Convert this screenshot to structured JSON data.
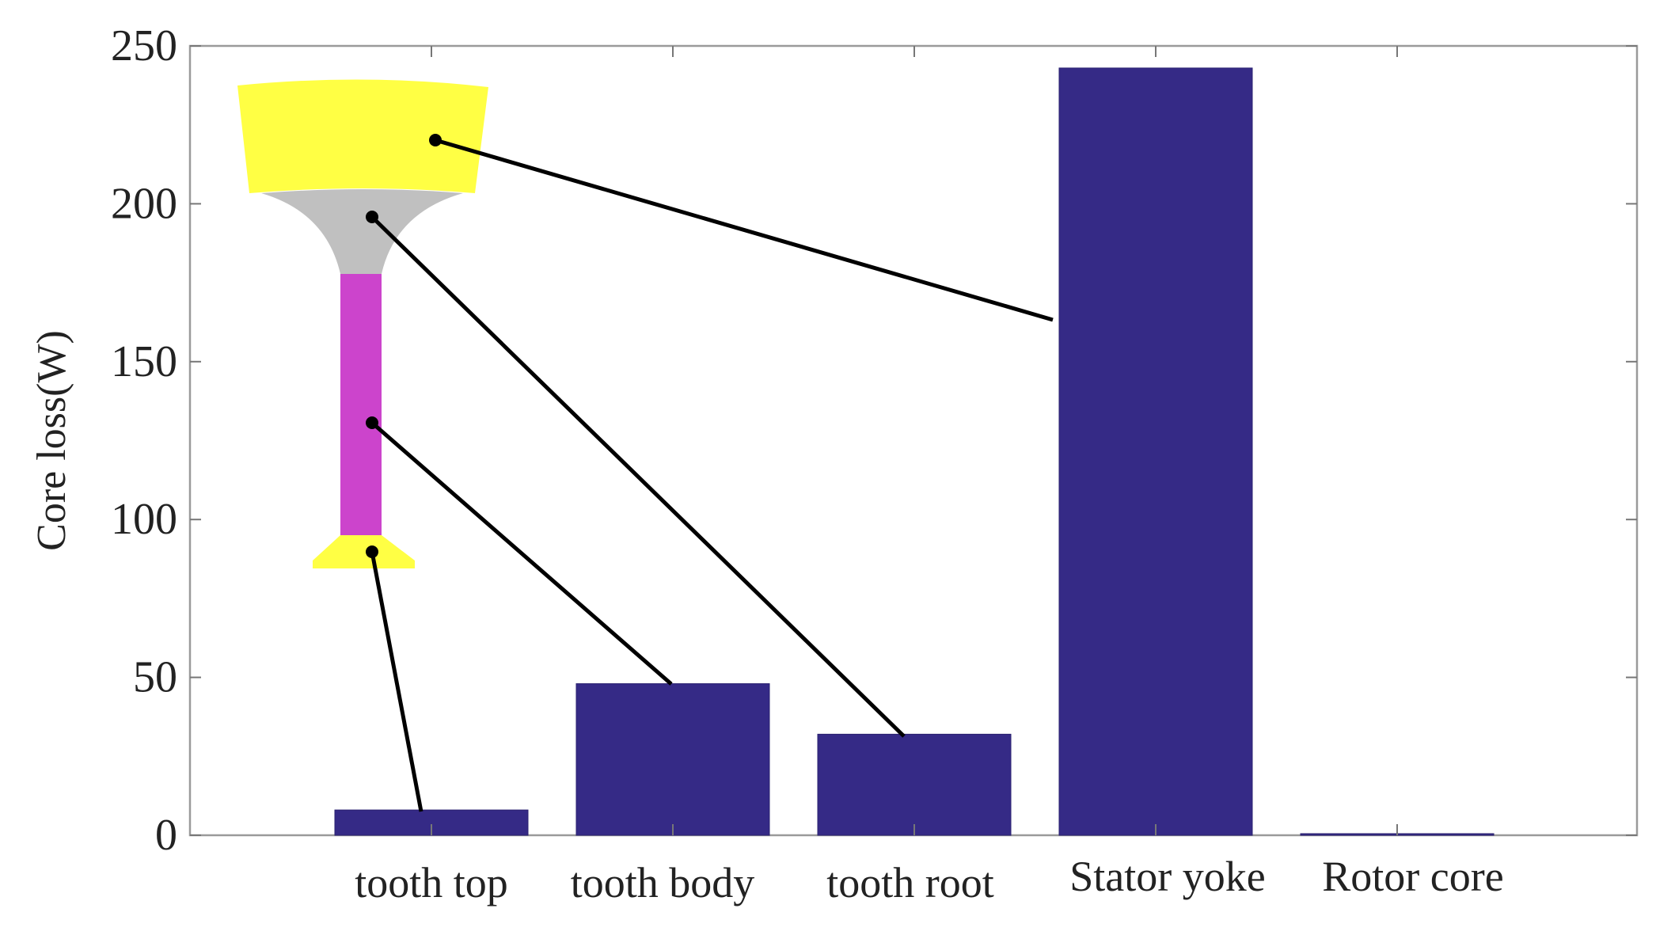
{
  "chart_data": {
    "type": "bar",
    "title": "",
    "xlabel": "",
    "ylabel": "Core loss(W)",
    "categories": [
      "tooth top",
      "tooth body",
      "tooth root",
      "Stator yoke",
      "Rotor core"
    ],
    "values": [
      8,
      48,
      32,
      243,
      0.5
    ],
    "ylim": [
      0,
      250
    ],
    "yticks": [
      0,
      50,
      100,
      150,
      200,
      250
    ],
    "ytick_labels": [
      "0",
      "50",
      "100",
      "150",
      "200",
      "250"
    ],
    "grid": false,
    "legend": "none",
    "bar_color": "#352a86",
    "inset_colors": {
      "tooth_top": "#ffff44",
      "tooth_tip_connector": "#c0c0c0",
      "tooth_body": "#cc44cc",
      "tooth_root": "#ffff44"
    }
  }
}
